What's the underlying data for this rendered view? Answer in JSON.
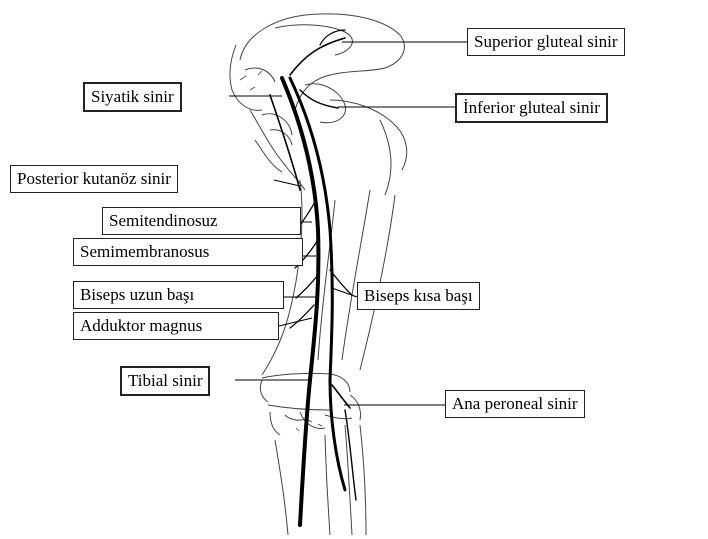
{
  "labels": {
    "superior_gluteal": "Superior gluteal sinir",
    "siyatik": "Siyatik sinir",
    "inferior_gluteal": "İnferior gluteal sinir",
    "posterior_kutanoz": "Posterior kutanöz sinir",
    "semitendinosuz": "Semitendinosuz",
    "semimembranosus": "Semimembranosus",
    "biseps_uzun": "Biseps uzun başı",
    "biseps_kisa": "Biseps kısa başı",
    "adduktor_magnus": "Adduktor magnus",
    "tibial": "Tibial sinir",
    "ana_peroneal": "Ana peroneal sinir"
  },
  "colors": {
    "ink": "#000000",
    "outline": "#555555",
    "background": "#ffffff"
  }
}
